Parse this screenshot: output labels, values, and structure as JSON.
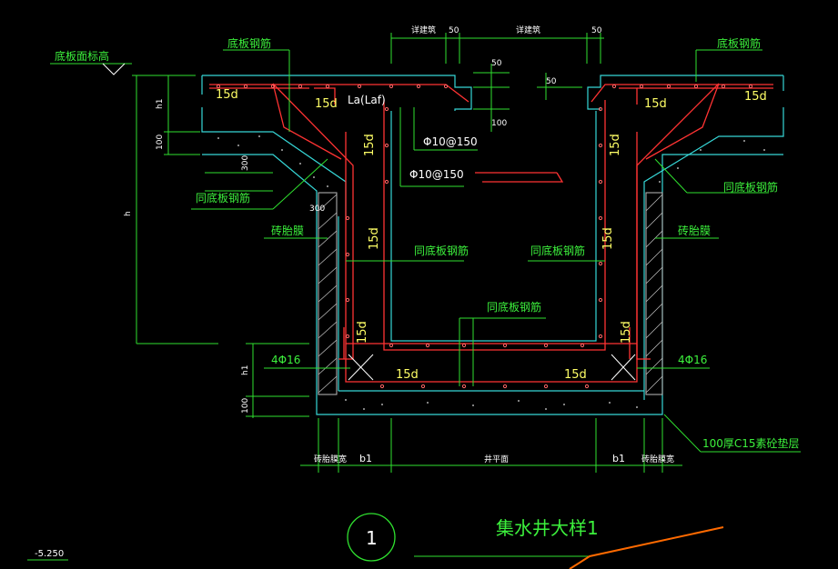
{
  "annotations": {
    "floor_elevation": "底板面标高",
    "rebar_tl": "底板钢筋",
    "rebar_tr": "底板钢筋",
    "dim_50_top_a": "50",
    "dim_50_top_b": "50",
    "dim_50_right": "50",
    "dim_50_mid": "50",
    "dim_100_mid": "100",
    "lap": "La(Laf)",
    "phi_a": "Φ10@150",
    "phi_b": "Φ10@150",
    "same_floor_left": "同底板钢筋",
    "same_floor_right": "同底板钢筋",
    "same_floor_center_l": "同底板钢筋",
    "same_floor_center_r": "同底板钢筋",
    "same_floor_bottom": "同底板钢筋",
    "brick_left": "砖胎膜",
    "brick_right": "砖胎膜",
    "d15_1": "15d",
    "d15_2": "15d",
    "d15_3": "15d",
    "d15_4": "15d",
    "d15_5": "15d",
    "d15_6": "15d",
    "d15_7": "15d",
    "d15_8": "15d",
    "d15_9": "15d",
    "d15_10": "15d",
    "d15_11": "15d",
    "d15_12": "15d",
    "rebar_4_left": "4Φ16",
    "rebar_4_right": "4Φ16",
    "h1_top": "h1",
    "h1_bot": "h1",
    "dim_100_left": "100",
    "dim_100_bottom": "100",
    "h": "h",
    "dim_300_a": "300",
    "dim_300_b": "300",
    "cushion": "100厚C15素砼垫层",
    "b1_left": "b1",
    "b1_right": "b1",
    "brick_w_left": "砖胎膜宽",
    "brick_w_right": "砖胎膜宽",
    "pit_width": "井平面",
    "pit_top_a": "详建筑",
    "pit_top_b": "详建筑",
    "title": "集水井大样1",
    "detail_no": "1",
    "level": "-5.250"
  },
  "colors": {
    "background": "#000000",
    "dimension": "#2fe02f",
    "rebar": "#ff3333",
    "concrete": "#36d7d7",
    "label": "#ffff66",
    "leader": "#ff6a00"
  }
}
